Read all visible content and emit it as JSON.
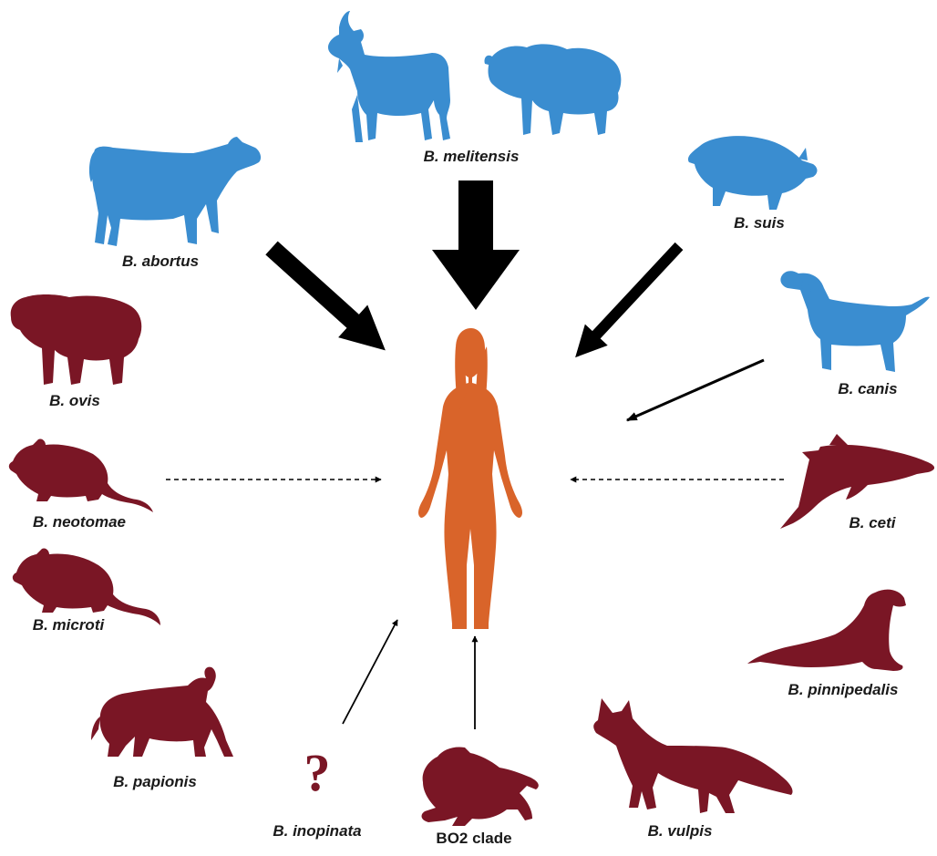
{
  "colors": {
    "major": "#3a8dd0",
    "minor": "#7a1625",
    "human": "#d9642a",
    "arrow": "#000000"
  },
  "species": {
    "melitensis": {
      "label": "B. melitensis",
      "hosts": [
        "goat-icon",
        "sheep-icon"
      ],
      "group": "major",
      "link": "strongest"
    },
    "abortus": {
      "label": "B. abortus",
      "hosts": [
        "cow-icon"
      ],
      "group": "major",
      "link": "strong"
    },
    "suis": {
      "label": "B. suis",
      "hosts": [
        "pig-icon"
      ],
      "group": "major",
      "link": "strong"
    },
    "canis": {
      "label": "B. canis",
      "hosts": [
        "dog-icon"
      ],
      "group": "major",
      "link": "moderate"
    },
    "ovis": {
      "label": "B. ovis",
      "hosts": [
        "sheep-icon"
      ],
      "group": "minor",
      "link": "none"
    },
    "neotomae": {
      "label": "B. neotomae",
      "hosts": [
        "rat-icon"
      ],
      "group": "minor",
      "link": "rare"
    },
    "microti": {
      "label": "B. microti",
      "hosts": [
        "vole-icon"
      ],
      "group": "minor",
      "link": "none"
    },
    "papionis": {
      "label": "B. papionis",
      "hosts": [
        "baboon-icon"
      ],
      "group": "minor",
      "link": "none"
    },
    "inopinata": {
      "label": "B. inopinata",
      "hosts": [
        "question-mark-icon"
      ],
      "group": "minor",
      "link": "weak",
      "mark": "?"
    },
    "bo2": {
      "label": "BO2 clade",
      "hosts": [
        "frog-icon"
      ],
      "group": "minor",
      "link": "weak"
    },
    "vulpis": {
      "label": "B. vulpis",
      "hosts": [
        "fox-icon"
      ],
      "group": "minor",
      "link": "none"
    },
    "pinnipedalis": {
      "label": "B. pinnipedalis",
      "hosts": [
        "seal-icon"
      ],
      "group": "minor",
      "link": "none"
    },
    "ceti": {
      "label": "B. ceti",
      "hosts": [
        "dolphin-icon"
      ],
      "group": "minor",
      "link": "rare"
    }
  },
  "center": {
    "icon": "human-icon"
  }
}
